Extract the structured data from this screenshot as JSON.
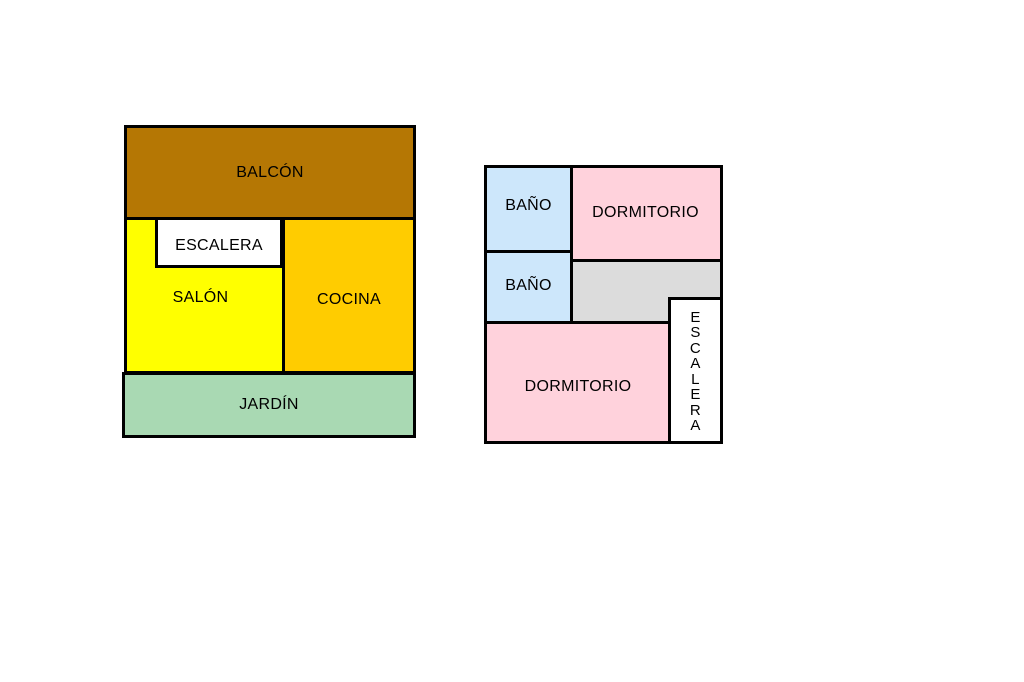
{
  "colors": {
    "balcon": "#B57704",
    "salon": "#FFFF00",
    "cocina": "#FFCC00",
    "jardin": "#A9D9B3",
    "escalera": "#FFFFFF",
    "bano": "#CDE7FB",
    "dormitorio": "#FFD2DC",
    "pasillo": "#DCDCDC",
    "walls": "#000000"
  },
  "ground_floor": {
    "balcon": "BALCÓN",
    "escalera": "ESCALERA",
    "salon": "SALÓN",
    "cocina": "COCINA",
    "jardin": "JARDÍN"
  },
  "upper_floor": {
    "bano_1": "BAÑO",
    "dormitorio_1": "DORMITORIO",
    "bano_2": "BAÑO",
    "dormitorio_2": "DORMITORIO",
    "escalera_letters": [
      "E",
      "S",
      "C",
      "A",
      "L",
      "E",
      "R",
      "A"
    ]
  }
}
